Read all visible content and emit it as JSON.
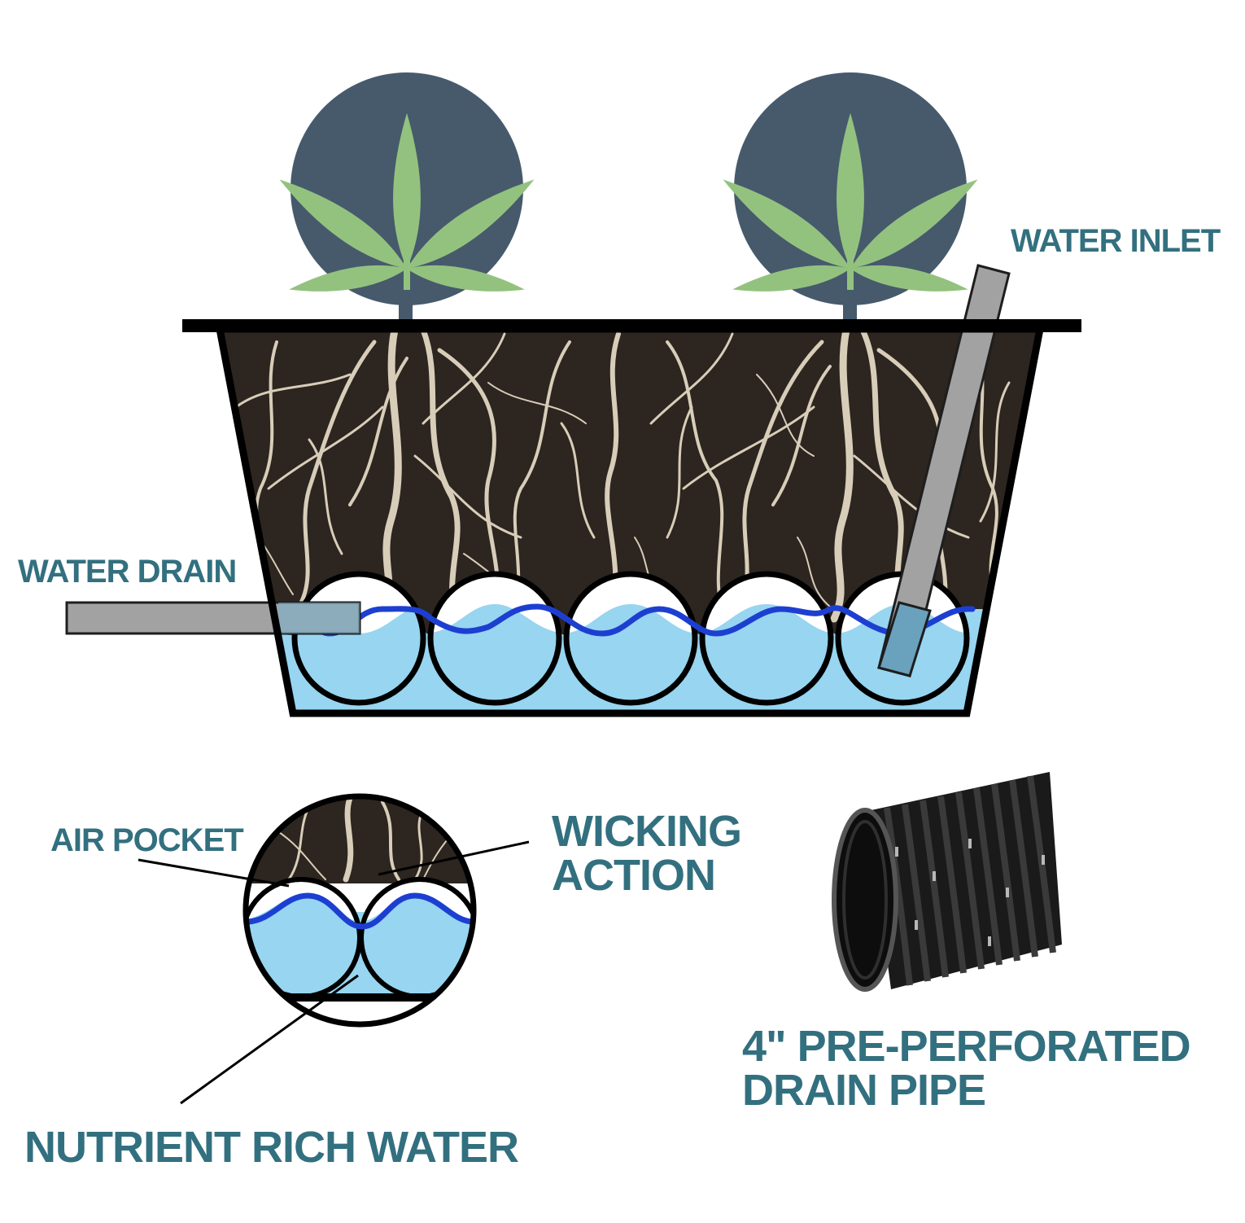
{
  "labels": {
    "water_inlet": "WATER INLET",
    "water_drain": "WATER DRAIN",
    "air_pocket": "AIR POCKET",
    "wicking_action": [
      "WICKING",
      "ACTION"
    ],
    "nutrient_rich_water": "NUTRIENT RICH WATER",
    "drain_pipe": [
      "4\" PRE-PERFORATED",
      "DRAIN PIPE"
    ]
  },
  "icons": {
    "plant": "cannabis-leaf-icon",
    "pipe": "corrugated-pipe-icon"
  },
  "colors": {
    "label_text": "#33707f",
    "plant_circle": "#465a6c",
    "leaf": "#93c27f",
    "water": "#97d5f0",
    "water_line": "#1d3fd1",
    "soil": "#2c2520",
    "root": "#d8cdb8",
    "pipe_gray": "#a2a2a2",
    "outline": "#000000"
  }
}
